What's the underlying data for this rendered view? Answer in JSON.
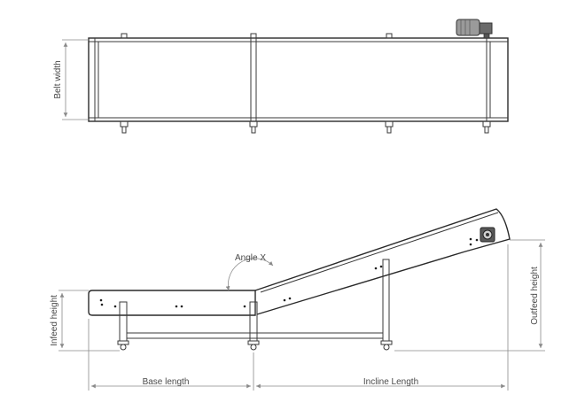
{
  "labels": {
    "belt_width": "Belt width",
    "angle": "Angle X",
    "infeed_height": "Infeed height",
    "outfeed_height": "Outfeed height",
    "base_length": "Base length",
    "incline_length": "Incline Length"
  },
  "colors": {
    "line": "#3a3a3a",
    "dimension": "#8a8a8a",
    "text": "#4a4a4a",
    "background": "#ffffff"
  }
}
